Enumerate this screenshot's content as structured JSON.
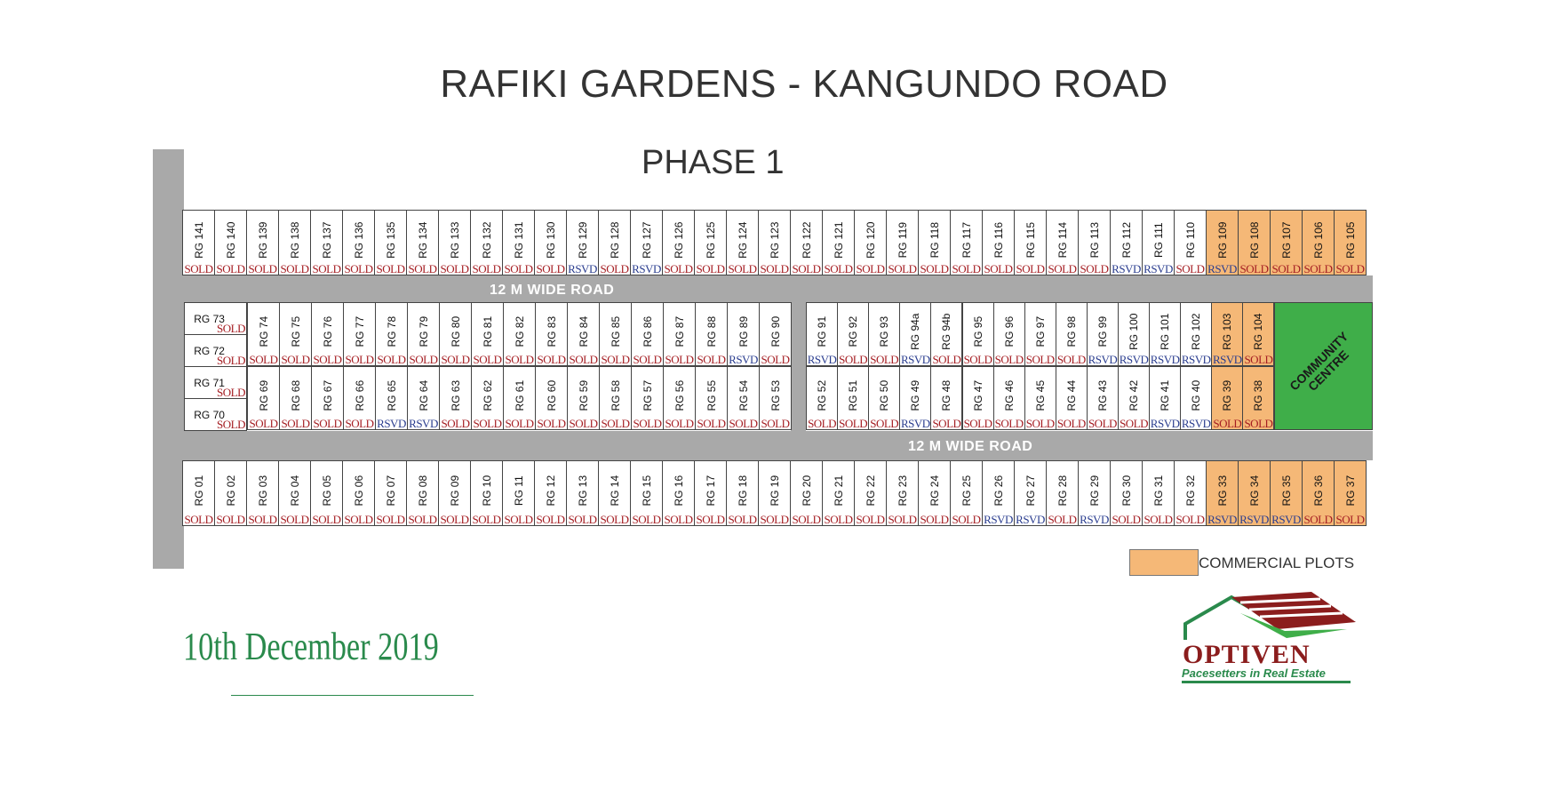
{
  "title": "RAFIKI GARDENS - KANGUNDO ROAD",
  "subtitle": "PHASE 1",
  "roads": {
    "upper": "12 M  WIDE ROAD",
    "lower": "12 M  WIDE ROAD"
  },
  "community_centre": "COMMUNITY CENTRE",
  "legend": {
    "label": "COMMERCIAL PLOTS",
    "color": "#f5b877"
  },
  "date": "10th December 2019",
  "logo": {
    "name": "OPTIVEN",
    "tagline": "Pacesetters in Real Estate"
  },
  "colors": {
    "road": "#a9a9a9",
    "commercial": "#f5b877",
    "community": "#3fae49",
    "sold": "#a51d22",
    "rsvd": "#2a3d8f"
  },
  "rows": {
    "top": [
      [
        "RG 141",
        "SOLD"
      ],
      [
        "RG 140",
        "SOLD"
      ],
      [
        "RG 139",
        "SOLD"
      ],
      [
        "RG 138",
        "SOLD"
      ],
      [
        "RG 137",
        "SOLD"
      ],
      [
        "RG 136",
        "SOLD"
      ],
      [
        "RG 135",
        "SOLD"
      ],
      [
        "RG 134",
        "SOLD"
      ],
      [
        "RG 133",
        "SOLD"
      ],
      [
        "RG 132",
        "SOLD"
      ],
      [
        "RG 131",
        "SOLD"
      ],
      [
        "RG 130",
        "SOLD"
      ],
      [
        "RG 129",
        "RSVD"
      ],
      [
        "RG 128",
        "SOLD"
      ],
      [
        "RG 127",
        "RSVD"
      ],
      [
        "RG 126",
        "SOLD"
      ],
      [
        "RG 125",
        "SOLD"
      ],
      [
        "RG 124",
        "SOLD"
      ],
      [
        "RG 123",
        "SOLD"
      ],
      [
        "RG 122",
        "SOLD"
      ],
      [
        "RG 121",
        "SOLD"
      ],
      [
        "RG 120",
        "SOLD"
      ],
      [
        "RG 119",
        "SOLD"
      ],
      [
        "RG 118",
        "SOLD"
      ],
      [
        "RG 117",
        "SOLD"
      ],
      [
        "RG 116",
        "SOLD"
      ],
      [
        "RG 115",
        "SOLD"
      ],
      [
        "RG 114",
        "SOLD"
      ],
      [
        "RG 113",
        "SOLD"
      ],
      [
        "RG 112",
        "RSVD"
      ],
      [
        "RG 111",
        "RSVD"
      ],
      [
        "RG 110",
        "SOLD"
      ],
      [
        "RG 109",
        "RSVD",
        1
      ],
      [
        "RG 108",
        "SOLD",
        1
      ],
      [
        "RG 107",
        "SOLD",
        1
      ],
      [
        "RG 106",
        "SOLD",
        1
      ],
      [
        "RG 105",
        "SOLD",
        1
      ]
    ],
    "mid_upper_left": [
      [
        "RG 74",
        "SOLD"
      ],
      [
        "RG 75",
        "SOLD"
      ],
      [
        "RG 76",
        "SOLD"
      ],
      [
        "RG 77",
        "SOLD"
      ],
      [
        "RG 78",
        "SOLD"
      ],
      [
        "RG 79",
        "SOLD"
      ],
      [
        "RG 80",
        "SOLD"
      ],
      [
        "RG 81",
        "SOLD"
      ],
      [
        "RG 82",
        "SOLD"
      ],
      [
        "RG 83",
        "SOLD"
      ],
      [
        "RG 84",
        "SOLD"
      ],
      [
        "RG 85",
        "SOLD"
      ],
      [
        "RG 86",
        "SOLD"
      ],
      [
        "RG 87",
        "SOLD"
      ],
      [
        "RG 88",
        "SOLD"
      ],
      [
        "RG 89",
        "RSVD"
      ],
      [
        "RG 90",
        "SOLD"
      ]
    ],
    "mid_lower_left": [
      [
        "RG 69",
        "SOLD"
      ],
      [
        "RG 68",
        "SOLD"
      ],
      [
        "RG 67",
        "SOLD"
      ],
      [
        "RG 66",
        "SOLD"
      ],
      [
        "RG 65",
        "RSVD"
      ],
      [
        "RG 64",
        "RSVD"
      ],
      [
        "RG 63",
        "SOLD"
      ],
      [
        "RG 62",
        "SOLD"
      ],
      [
        "RG 61",
        "SOLD"
      ],
      [
        "RG 60",
        "SOLD"
      ],
      [
        "RG 59",
        "SOLD"
      ],
      [
        "RG 58",
        "SOLD"
      ],
      [
        "RG 57",
        "SOLD"
      ],
      [
        "RG 56",
        "SOLD"
      ],
      [
        "RG 55",
        "SOLD"
      ],
      [
        "RG 54",
        "SOLD"
      ],
      [
        "RG 53",
        "SOLD"
      ]
    ],
    "mid_left_end": [
      [
        "RG 73",
        "SOLD"
      ],
      [
        "RG 72",
        "SOLD"
      ],
      [
        "RG 71",
        "SOLD"
      ],
      [
        "RG 70",
        "SOLD"
      ]
    ],
    "mid_upper_right": [
      [
        "RG 91",
        "RSVD"
      ],
      [
        "RG 92",
        "SOLD"
      ],
      [
        "RG 93",
        "SOLD"
      ],
      [
        "RG 94a",
        "RSVD"
      ],
      [
        "RG 94b",
        "SOLD"
      ],
      [
        "RG 95",
        "SOLD"
      ],
      [
        "RG 96",
        "SOLD"
      ],
      [
        "RG 97",
        "SOLD"
      ],
      [
        "RG 98",
        "SOLD"
      ],
      [
        "RG 99",
        "RSVD"
      ],
      [
        "RG 100",
        "RSVD"
      ],
      [
        "RG 101",
        "RSVD"
      ],
      [
        "RG 102",
        "RSVD"
      ],
      [
        "RG 103",
        "RSVD",
        1
      ],
      [
        "RG 104",
        "SOLD",
        1
      ]
    ],
    "mid_lower_right": [
      [
        "RG 52",
        "SOLD"
      ],
      [
        "RG 51",
        "SOLD"
      ],
      [
        "RG 50",
        "SOLD"
      ],
      [
        "RG 49",
        "RSVD"
      ],
      [
        "RG 48",
        "SOLD"
      ],
      [
        "RG 47",
        "SOLD"
      ],
      [
        "RG 46",
        "SOLD"
      ],
      [
        "RG 45",
        "SOLD"
      ],
      [
        "RG 44",
        "SOLD"
      ],
      [
        "RG 43",
        "SOLD"
      ],
      [
        "RG 42",
        "SOLD"
      ],
      [
        "RG 41",
        "RSVD"
      ],
      [
        "RG 40",
        "RSVD"
      ],
      [
        "RG 39",
        "SOLD",
        1
      ],
      [
        "RG 38",
        "SOLD",
        1
      ]
    ],
    "bottom": [
      [
        "RG 01",
        "SOLD"
      ],
      [
        "RG 02",
        "SOLD"
      ],
      [
        "RG 03",
        "SOLD"
      ],
      [
        "RG 04",
        "SOLD"
      ],
      [
        "RG 05",
        "SOLD"
      ],
      [
        "RG 06",
        "SOLD"
      ],
      [
        "RG 07",
        "SOLD"
      ],
      [
        "RG 08",
        "SOLD"
      ],
      [
        "RG 09",
        "SOLD"
      ],
      [
        "RG 10",
        "SOLD"
      ],
      [
        "RG 11",
        "SOLD"
      ],
      [
        "RG 12",
        "SOLD"
      ],
      [
        "RG 13",
        "SOLD"
      ],
      [
        "RG 14",
        "SOLD"
      ],
      [
        "RG 15",
        "SOLD"
      ],
      [
        "RG 16",
        "SOLD"
      ],
      [
        "RG 17",
        "SOLD"
      ],
      [
        "RG 18",
        "SOLD"
      ],
      [
        "RG 19",
        "SOLD"
      ],
      [
        "RG 20",
        "SOLD"
      ],
      [
        "RG 21",
        "SOLD"
      ],
      [
        "RG 22",
        "SOLD"
      ],
      [
        "RG 23",
        "SOLD"
      ],
      [
        "RG 24",
        "SOLD"
      ],
      [
        "RG 25",
        "SOLD"
      ],
      [
        "RG 26",
        "RSVD"
      ],
      [
        "RG 27",
        "RSVD"
      ],
      [
        "RG 28",
        "SOLD"
      ],
      [
        "RG 29",
        "RSVD"
      ],
      [
        "RG 30",
        "SOLD"
      ],
      [
        "RG 31",
        "SOLD"
      ],
      [
        "RG 32",
        "SOLD"
      ],
      [
        "RG 33",
        "RSVD",
        1
      ],
      [
        "RG 34",
        "RSVD",
        1
      ],
      [
        "RG 35",
        "RSVD",
        1
      ],
      [
        "RG 36",
        "SOLD",
        1
      ],
      [
        "RG 37",
        "SOLD",
        1
      ]
    ]
  }
}
